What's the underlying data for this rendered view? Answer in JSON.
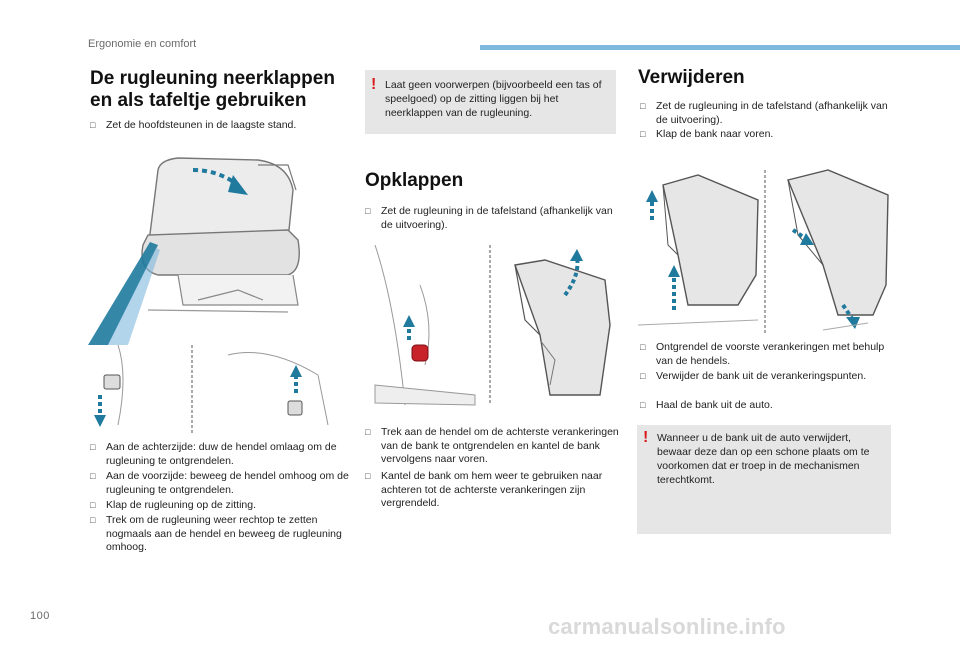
{
  "header": {
    "section": "Ergonomie en comfort"
  },
  "page_number": "100",
  "watermark": "carmanualsonline.info",
  "col1": {
    "title": "De rugleuning neerklappen en als tafeltje gebruiken",
    "intro": "Zet de hoofdsteunen in de laagste stand.",
    "steps": [
      "Aan de achterzijde: duw de hendel omlaag om de rugleuning te ontgrendelen.",
      "Aan de voorzijde: beweeg de hendel omhoog om de rugleuning te ontgrendelen.",
      "Klap de rugleuning op de zitting.",
      "Trek om de rugleuning weer rechtop te zetten nogmaals aan de hendel en beweeg de rugleuning omhoog."
    ]
  },
  "col2": {
    "warning": "Laat geen voorwerpen (bijvoorbeeld een tas of speelgoed) op de zitting liggen bij het neerklappen van de rugleuning.",
    "title": "Opklappen",
    "intro": "Zet de rugleuning in de tafelstand (afhankelijk van de uitvoering).",
    "steps": [
      "Trek aan de hendel om de achterste verankeringen van de bank te ontgrendelen en kantel de bank vervolgens naar voren.",
      "Kantel de bank om hem weer te gebruiken naar achteren tot de achterste verankeringen zijn vergrendeld."
    ]
  },
  "col3": {
    "title": "Verwijderen",
    "intro": [
      "Zet de rugleuning in de tafelstand (afhankelijk van de uitvoering).",
      "Klap de bank naar voren."
    ],
    "steps": [
      "Ontgrendel de voorste verankeringen met behulp van de hendels.",
      "Verwijder de bank uit de verankeringspunten.",
      "Haal de bank uit de auto."
    ],
    "warning": "Wanneer u de bank uit de auto verwijdert, bewaar deze dan op een schone plaats om te voorkomen dat er troep in de mechanismen terechtkomt."
  },
  "colors": {
    "accent_arrow": "#1f7a9e",
    "warning_mark": "#d81e1e",
    "box_bg": "#e6e6e6",
    "header_bar": "#7fb9dd"
  }
}
